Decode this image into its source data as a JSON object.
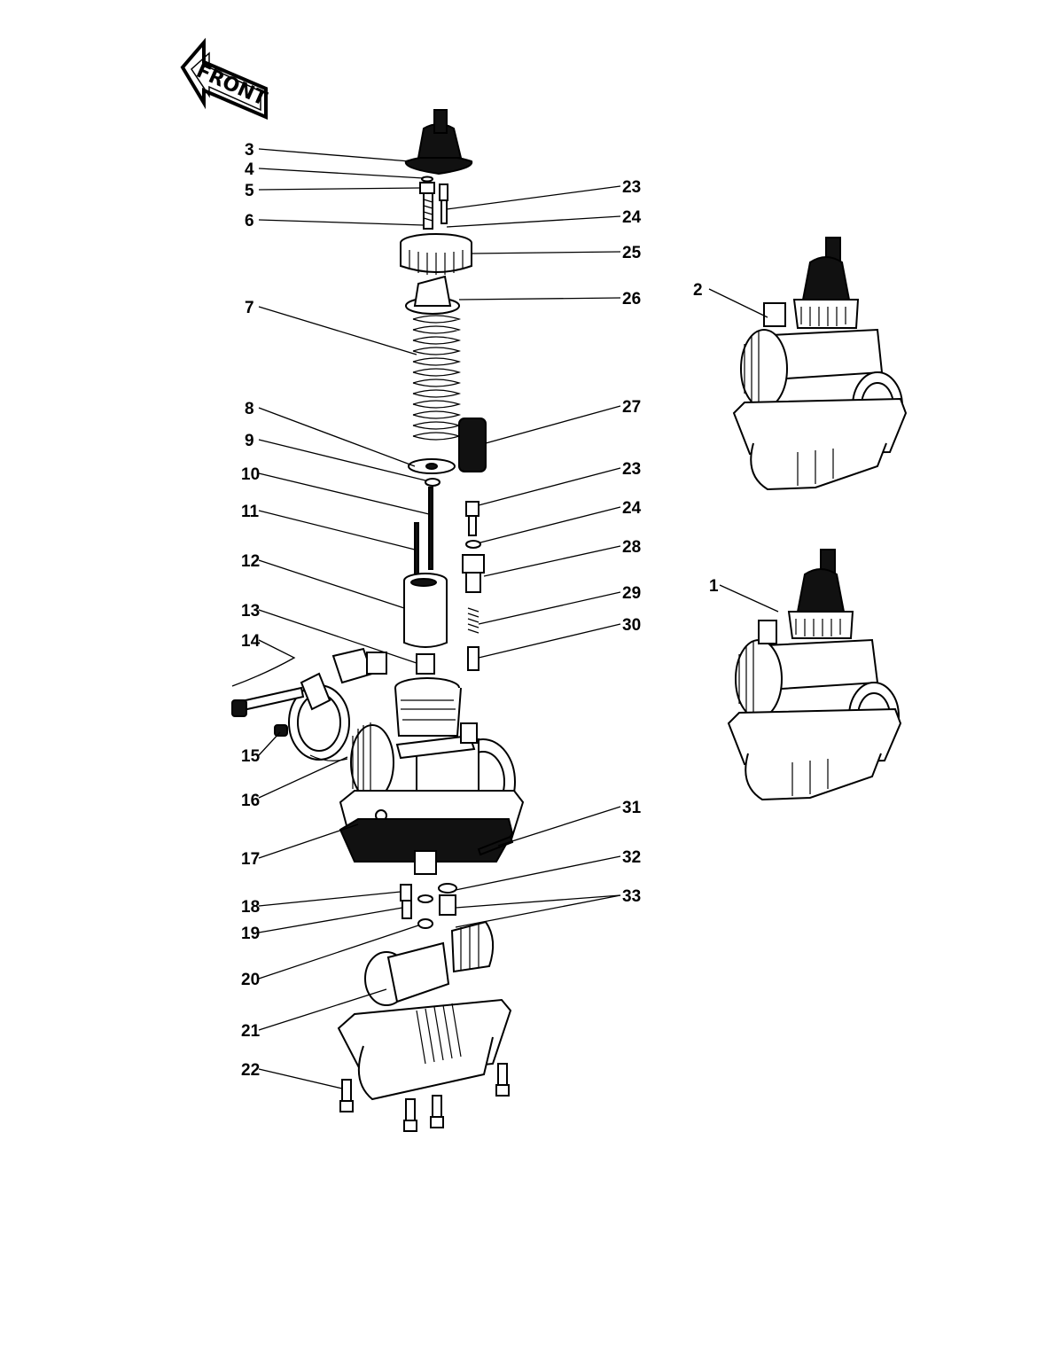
{
  "front_label": "FRONT",
  "callouts": [
    {
      "id": "c3",
      "label": "3"
    },
    {
      "id": "c4",
      "label": "4"
    },
    {
      "id": "c5",
      "label": "5"
    },
    {
      "id": "c6",
      "label": "6"
    },
    {
      "id": "c7",
      "label": "7"
    },
    {
      "id": "c8",
      "label": "8"
    },
    {
      "id": "c9",
      "label": "9"
    },
    {
      "id": "c10",
      "label": "10"
    },
    {
      "id": "c11",
      "label": "11"
    },
    {
      "id": "c12",
      "label": "12"
    },
    {
      "id": "c13",
      "label": "13"
    },
    {
      "id": "c14",
      "label": "14"
    },
    {
      "id": "c15",
      "label": "15"
    },
    {
      "id": "c16",
      "label": "16"
    },
    {
      "id": "c17",
      "label": "17"
    },
    {
      "id": "c18",
      "label": "18"
    },
    {
      "id": "c19",
      "label": "19"
    },
    {
      "id": "c20",
      "label": "20"
    },
    {
      "id": "c21",
      "label": "21"
    },
    {
      "id": "c22",
      "label": "22"
    },
    {
      "id": "c23a",
      "label": "23"
    },
    {
      "id": "c24a",
      "label": "24"
    },
    {
      "id": "c25",
      "label": "25"
    },
    {
      "id": "c26",
      "label": "26"
    },
    {
      "id": "c27",
      "label": "27"
    },
    {
      "id": "c23b",
      "label": "23"
    },
    {
      "id": "c24b",
      "label": "24"
    },
    {
      "id": "c28",
      "label": "28"
    },
    {
      "id": "c29",
      "label": "29"
    },
    {
      "id": "c30",
      "label": "30"
    },
    {
      "id": "c31",
      "label": "31"
    },
    {
      "id": "c32",
      "label": "32"
    },
    {
      "id": "c33",
      "label": "33"
    },
    {
      "id": "c1",
      "label": "1"
    },
    {
      "id": "c2",
      "label": "2"
    }
  ]
}
